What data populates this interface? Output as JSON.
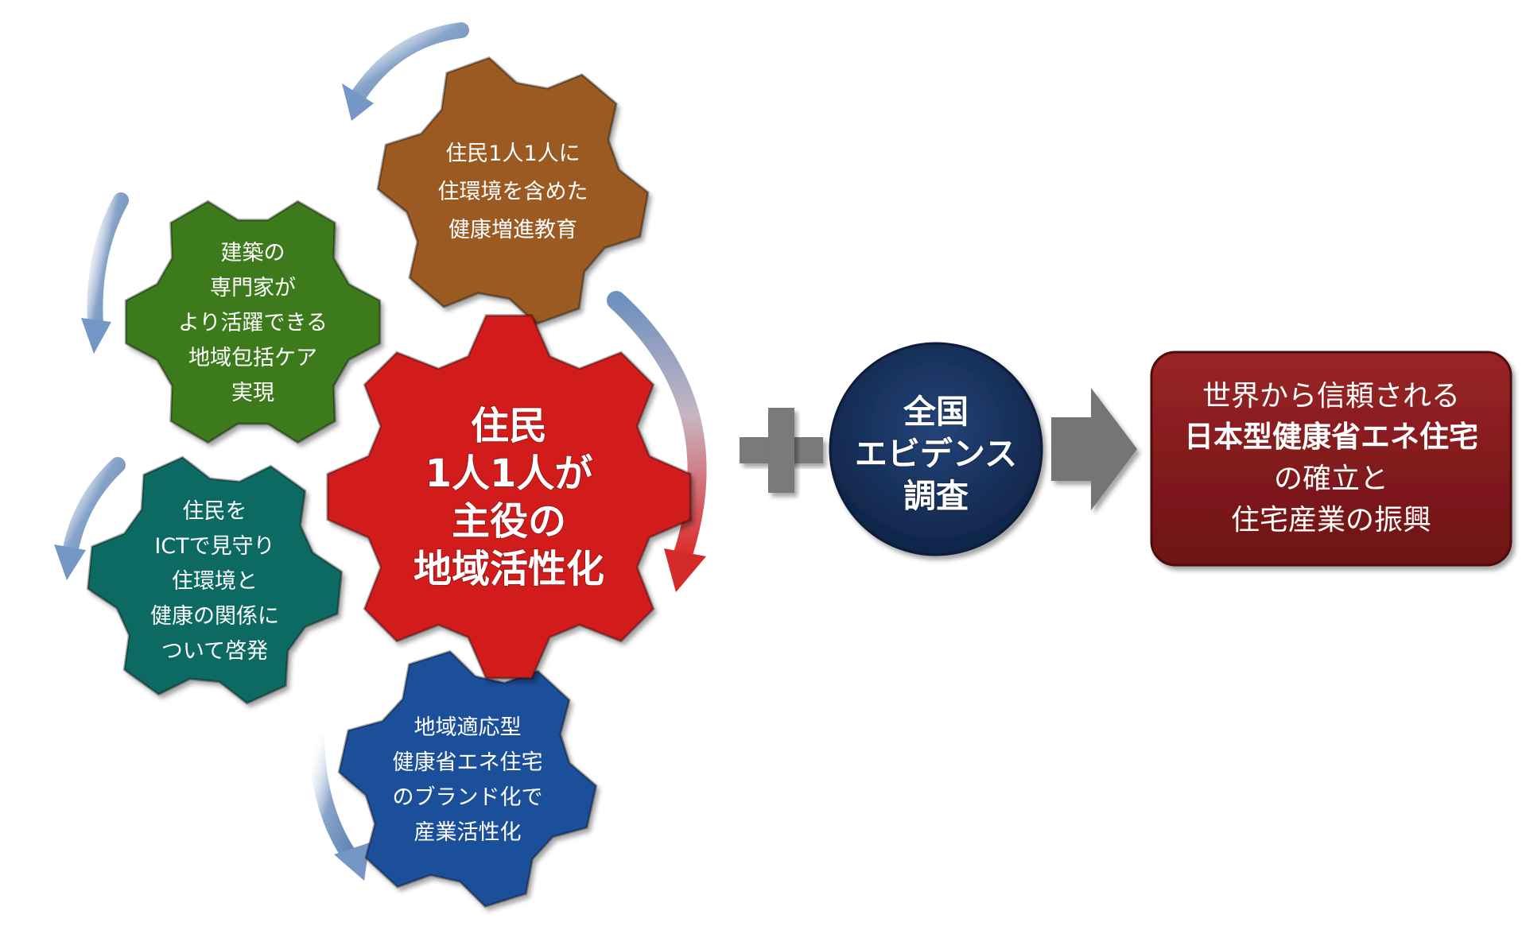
{
  "gears": [
    {
      "id": "education",
      "lines": [
        "住民1人1人に",
        "住環境を含めた",
        "健康増進教育"
      ],
      "color": "#9a5a24"
    },
    {
      "id": "care",
      "lines": [
        "建築の",
        "専門家が",
        "より活躍できる",
        "地域包括ケア",
        "実現"
      ],
      "color": "#3c7a1c"
    },
    {
      "id": "center",
      "lines": [
        "住民",
        "1人1人が",
        "主役の",
        "地域活性化"
      ],
      "color": "#d21d1d"
    },
    {
      "id": "ict",
      "lines": [
        "住民を",
        "ICTで見守り",
        "住環境と",
        "健康の関係に",
        "ついて啓発"
      ],
      "color": "#0d6b62"
    },
    {
      "id": "industry",
      "lines": [
        "地域適応型",
        "健康省エネ住宅",
        "のブランド化で",
        "産業活性化"
      ],
      "color": "#1d4f9a"
    }
  ],
  "survey": {
    "lines": [
      "全国",
      "エビデンス",
      "調査"
    ],
    "color": "#17305a"
  },
  "result": {
    "line1": "世界から信頼される",
    "line2": "日本型健康省エネ住宅",
    "line3": "の確立と",
    "line4": "住宅産業の振興",
    "color": "#7e1518"
  },
  "colors": {
    "plus": "#7a7a7a",
    "arrow": "#757575",
    "cycle_arrow": "#7f9cc4",
    "red_arrow": "#d52a2a"
  }
}
